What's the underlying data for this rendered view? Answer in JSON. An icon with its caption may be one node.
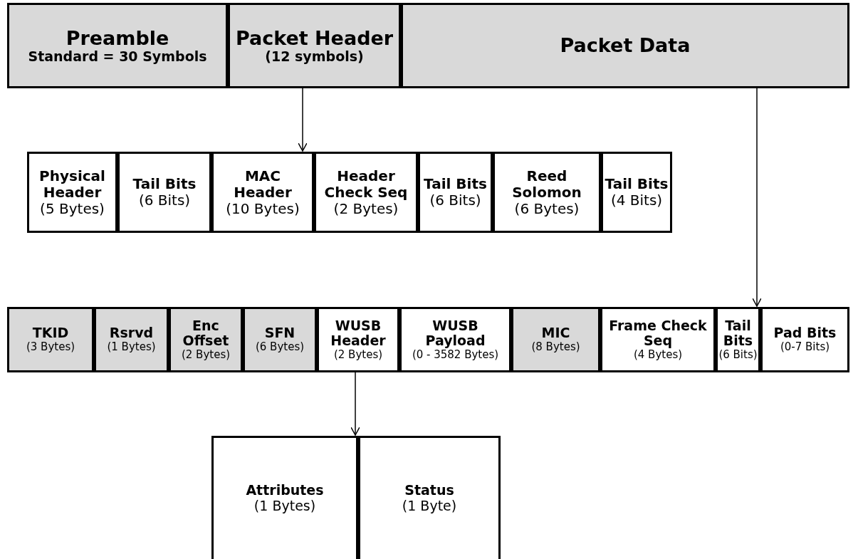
{
  "diagram": {
    "nodes": [
      {
        "text": [
          "Preamble",
          "Standard = 30 Symbols"
        ]
      },
      {
        "text": [
          "Packet Header",
          "(12 symbols)"
        ]
      },
      {
        "text": [
          "Packet Data"
        ]
      },
      {
        "text": [
          "Physical Header",
          "(5 Bytes)"
        ]
      },
      {
        "text": [
          "Tail Bits",
          "(6 Bits)"
        ]
      },
      {
        "text": [
          "MAC Header",
          "(10 Bytes)"
        ]
      },
      {
        "text": [
          "Header Check Seq",
          "(2 Bytes)"
        ]
      },
      {
        "text": [
          "Tail Bits",
          "(6 Bits)"
        ]
      },
      {
        "text": [
          "Reed Solomon",
          "(6 Bytes)"
        ]
      },
      {
        "text": [
          "Tail Bits",
          "(4 Bits)"
        ]
      },
      {
        "text": [
          "TKID",
          "(3 Bytes)"
        ]
      },
      {
        "text": [
          "Rsrvd",
          "(1 Bytes)"
        ]
      },
      {
        "text": [
          "Enc Offset",
          "(2 Bytes)"
        ]
      },
      {
        "text": [
          "SFN",
          "(6 Bytes)"
        ]
      },
      {
        "text": [
          "WUSB Header",
          "(2 Bytes)"
        ]
      },
      {
        "text": [
          "WUSB Payload",
          "(0 - 3582 Bytes)"
        ]
      },
      {
        "text": [
          "MIC",
          "(8 Bytes)"
        ]
      },
      {
        "text": [
          "Frame Check Seq",
          "(4 Bytes)"
        ]
      },
      {
        "text": [
          "Tail Bits",
          "(6 Bits)"
        ]
      },
      {
        "text": [
          "Pad Bits",
          "(0-7 Bits)"
        ]
      },
      {
        "text": [
          "Attributes",
          "(1 Bytes)"
        ]
      },
      {
        "text": [
          "Status",
          "(1 Byte)"
        ]
      }
    ],
    "edges": [
      {
        "from": 1,
        "to": 5,
        "arrow": "to"
      },
      {
        "from": 2,
        "to": 18,
        "arrow": "to"
      },
      {
        "from": 14,
        "to": 20,
        "arrow": "to"
      }
    ]
  }
}
